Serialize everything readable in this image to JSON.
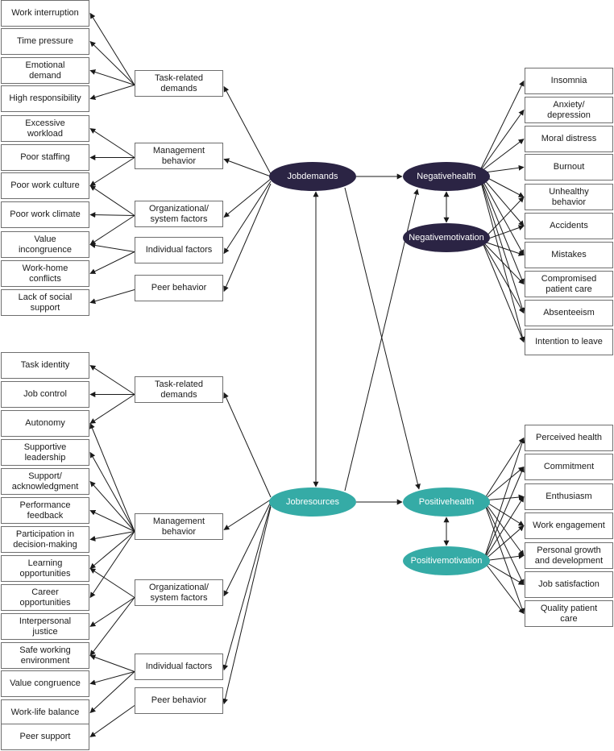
{
  "colors": {
    "dark_oval": "#2b2444",
    "teal_oval": "#35aba6",
    "arrow": "#1a1a1a",
    "box_border": "#6e6e6e"
  },
  "central": {
    "job_demands": "Job\ndemands",
    "job_resources": "Job\nresources",
    "negative_health": "Negative\nhealth",
    "negative_motivation": "Negative\nmotivation",
    "positive_health": "Positive\nhealth",
    "positive_motivation": "Positive\nmotivation"
  },
  "demand_categories": [
    "Task-related\ndemands",
    "Management\nbehavior",
    "Organizational/\nsystem factors",
    "Individual factors",
    "Peer behavior"
  ],
  "demand_items": [
    "Work interruption",
    "Time pressure",
    "Emotional\ndemand",
    "High responsibility",
    "Excessive\nworkload",
    "Poor staffing",
    "Poor work  culture",
    "Poor work climate",
    "Value\nincongruence",
    "Work-home\nconflicts",
    "Lack of social\nsupport"
  ],
  "resource_categories": [
    "Task-related\ndemands",
    "Management\nbehavior",
    "Organizational/\nsystem factors",
    "Individual factors",
    "Peer behavior"
  ],
  "resource_items": [
    "Task identity",
    "Job control",
    "Autonomy",
    "Supportive\nleadership",
    "Support/\nacknowledgment",
    "Performance\nfeedback",
    "Participation in\ndecision-making",
    "Learning\nopportunities",
    "Career\nopportunities",
    "Interpersonal\njustice",
    "Safe working\nenvironment",
    "Value congruence",
    "Work-life balance",
    "Peer support"
  ],
  "negative_outcomes": [
    "Insomnia",
    "Anxiety/\ndepression",
    "Moral distress",
    "Burnout",
    "Unhealthy\nbehavior",
    "Accidents",
    "Mistakes",
    "Compromised\npatient care",
    "Absenteeism",
    "Intention to leave"
  ],
  "positive_outcomes": [
    "Perceived health",
    "Commitment",
    "Enthusiasm",
    "Work engagement",
    "Personal growth\nand development",
    "Job satisfaction",
    "Quality patient\ncare"
  ]
}
